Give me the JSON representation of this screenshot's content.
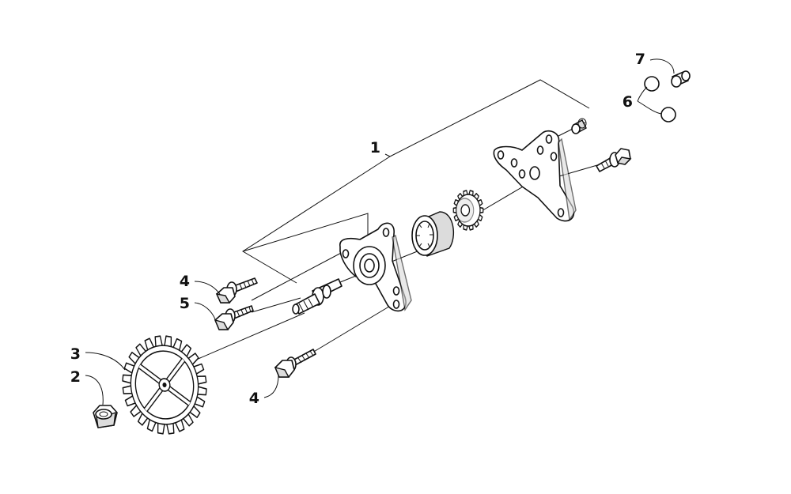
{
  "diagram": {
    "callouts": [
      {
        "id": "callout-1",
        "label": "1"
      },
      {
        "id": "callout-2",
        "label": "2"
      },
      {
        "id": "callout-3",
        "label": "3"
      },
      {
        "id": "callout-4a",
        "label": "4"
      },
      {
        "id": "callout-4b",
        "label": "4"
      },
      {
        "id": "callout-5",
        "label": "5"
      },
      {
        "id": "callout-6",
        "label": "6"
      },
      {
        "id": "callout-7",
        "label": "7"
      }
    ]
  }
}
